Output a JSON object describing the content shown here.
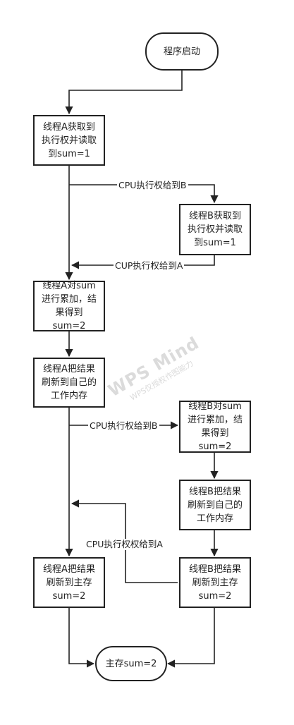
{
  "nodes": {
    "start": "程序启动",
    "a_read": "线程A获取到\n执行权并读取\n到sum=1",
    "b_read": "线程B获取到\n执行权并读取\n到sum=1",
    "a_add": "线程A对sum\n进行累加，结\n果得到\nsum=2",
    "a_flush_local": "线程A把结果\n刷新到自己的\n工作内存",
    "b_add": "线程B对sum\n进行累加，结\n果得到\nsum=2",
    "b_flush_local": "线程B把结果\n刷新到自己的\n工作内存",
    "a_flush_main": "线程A把结果\n刷新到主存\nsum=2",
    "b_flush_main": "线程B把结果\n刷新到主存\nsum=2",
    "end": "主存sum=2"
  },
  "edge_labels": {
    "a_to_b_1": "CPU执行权给到B",
    "b_to_a_1": "CUP执行权给到A",
    "a_to_b_2": "CPU执行权给到B",
    "b_to_a_2": "CPU执行权权给到A"
  },
  "watermark": {
    "brand": "WPS Mind",
    "tagline": "WPS仅授权作图能力"
  }
}
